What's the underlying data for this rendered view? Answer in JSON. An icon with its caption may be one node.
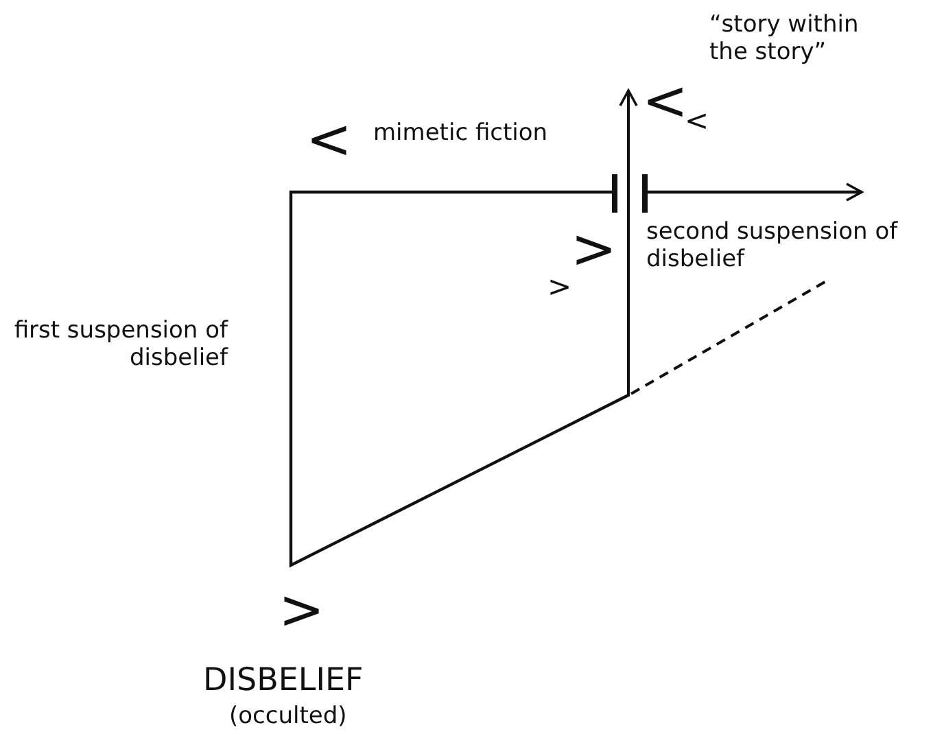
{
  "diagram": {
    "labels": [
      "“story within the story”",
      "<",
      "<",
      "<",
      "mimetic fiction",
      "second suspension of disbelief",
      ">",
      ">",
      "first suspension of disbelief",
      ">",
      "DISBELIEF",
      "(occulted)"
    ]
  }
}
